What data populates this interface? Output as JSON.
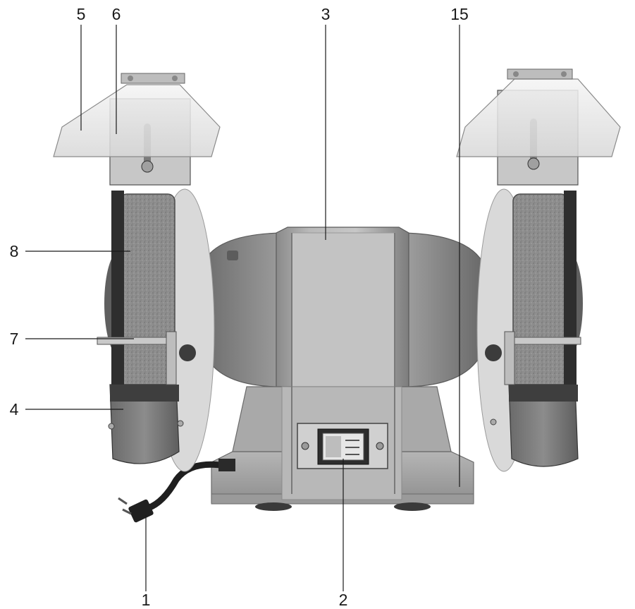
{
  "figure": {
    "subject": "bench-grinder",
    "callouts": [
      {
        "id": "c5",
        "label": "5"
      },
      {
        "id": "c6",
        "label": "6"
      },
      {
        "id": "c3",
        "label": "3"
      },
      {
        "id": "c15",
        "label": "15"
      },
      {
        "id": "c8",
        "label": "8"
      },
      {
        "id": "c7",
        "label": "7"
      },
      {
        "id": "c4",
        "label": "4"
      },
      {
        "id": "c1",
        "label": "1"
      },
      {
        "id": "c2",
        "label": "2"
      }
    ]
  }
}
